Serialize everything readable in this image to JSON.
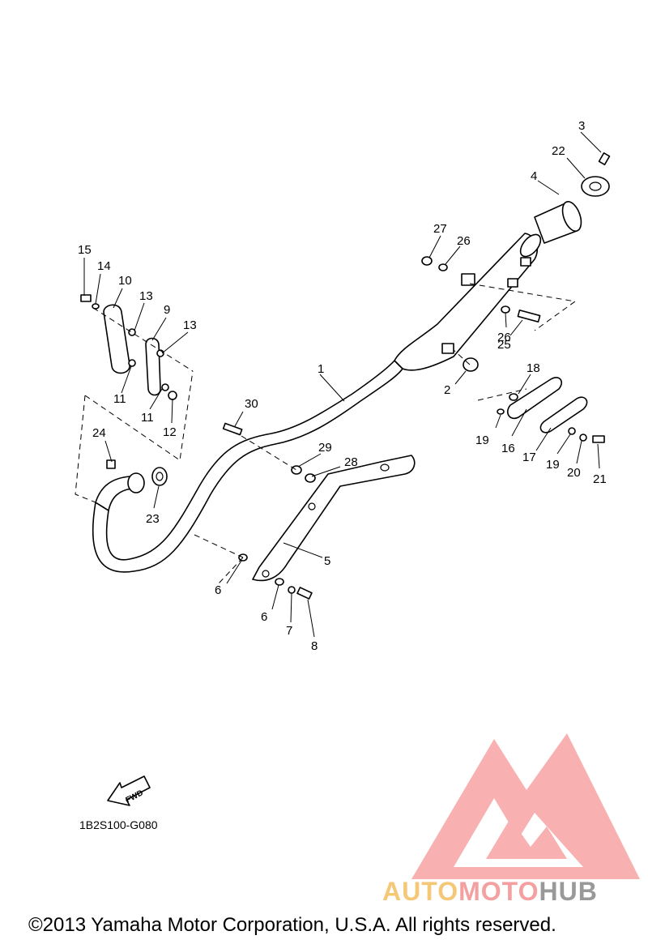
{
  "diagram": {
    "callouts": [
      {
        "id": "1",
        "label": "1"
      },
      {
        "id": "2",
        "label": "2"
      },
      {
        "id": "3",
        "label": "3"
      },
      {
        "id": "4",
        "label": "4"
      },
      {
        "id": "5",
        "label": "5"
      },
      {
        "id": "6a",
        "label": "6"
      },
      {
        "id": "6b",
        "label": "6"
      },
      {
        "id": "7",
        "label": "7"
      },
      {
        "id": "8",
        "label": "8"
      },
      {
        "id": "9",
        "label": "9"
      },
      {
        "id": "10",
        "label": "10"
      },
      {
        "id": "11a",
        "label": "11"
      },
      {
        "id": "11b",
        "label": "11"
      },
      {
        "id": "12",
        "label": "12"
      },
      {
        "id": "13a",
        "label": "13"
      },
      {
        "id": "13b",
        "label": "13"
      },
      {
        "id": "14",
        "label": "14"
      },
      {
        "id": "15",
        "label": "15"
      },
      {
        "id": "16",
        "label": "16"
      },
      {
        "id": "17",
        "label": "17"
      },
      {
        "id": "18",
        "label": "18"
      },
      {
        "id": "19a",
        "label": "19"
      },
      {
        "id": "19b",
        "label": "19"
      },
      {
        "id": "20",
        "label": "20"
      },
      {
        "id": "21",
        "label": "21"
      },
      {
        "id": "22",
        "label": "22"
      },
      {
        "id": "23",
        "label": "23"
      },
      {
        "id": "24",
        "label": "24"
      },
      {
        "id": "25",
        "label": "25"
      },
      {
        "id": "26a",
        "label": "26"
      },
      {
        "id": "26b",
        "label": "26"
      },
      {
        "id": "27",
        "label": "27"
      },
      {
        "id": "28",
        "label": "28"
      },
      {
        "id": "29",
        "label": "29"
      },
      {
        "id": "30",
        "label": "30"
      }
    ],
    "fwd_label": "FWD",
    "drawing_code": "1B2S100-G080"
  },
  "footer": {
    "copyright": "©2013 Yamaha Motor Corporation, U.S.A. All rights reserved."
  },
  "watermark": {
    "part1": "AUTO",
    "part2": "MOTO",
    "part3": "HUB",
    "colors": {
      "auto": "#f5c878",
      "moto": "#f4a0a0",
      "hub": "#999999",
      "logo": "#f07878"
    }
  }
}
